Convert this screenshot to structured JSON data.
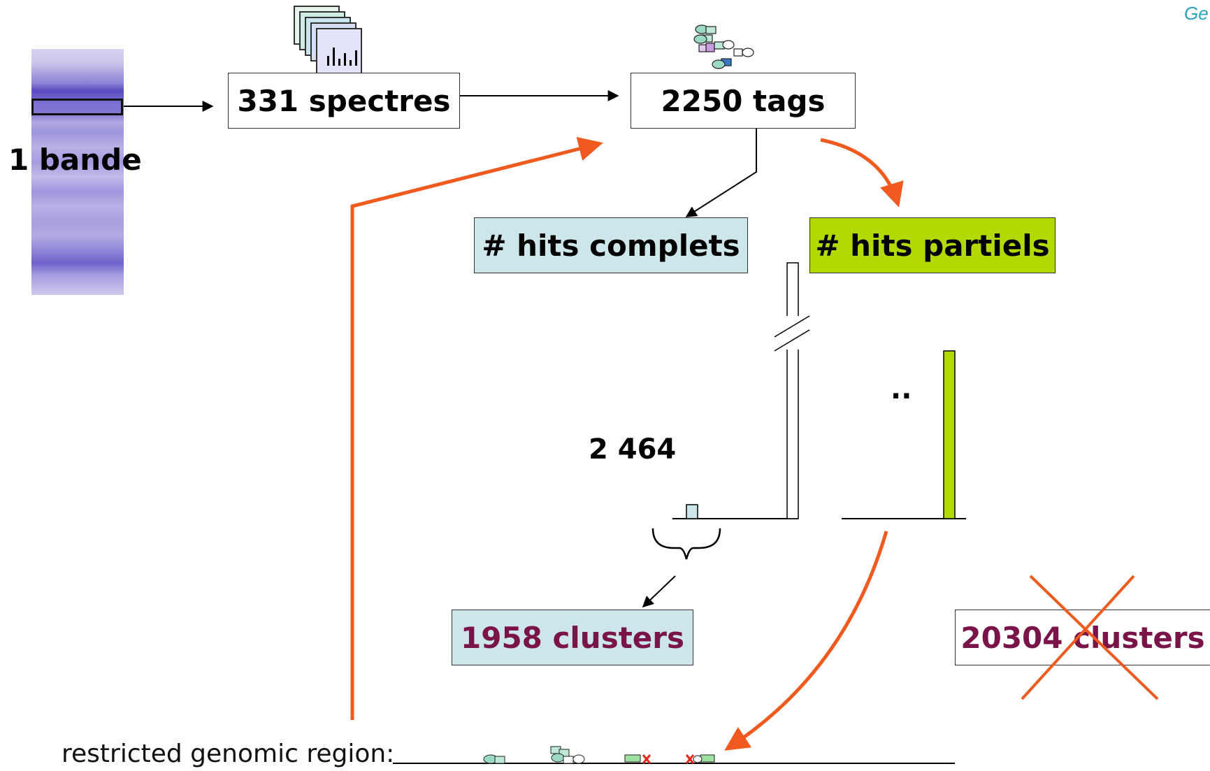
{
  "corner_label": "Ge",
  "gel_label": "1 bande",
  "spectra_box": "331 spectres",
  "tags_box": "2250 tags",
  "complete_hits_box": "# hits complets",
  "partial_hits_box": "# hits partiels",
  "bar_value": "2 464",
  "dots": "..",
  "clusters_left": "1958 clusters",
  "clusters_right": "20304 clusters",
  "genomic_label": "restricted genomic region:",
  "colors": {
    "orange_arrow": "#f05a1e",
    "light_blue_box": "#cde6ea",
    "green_box": "#b2d900",
    "cluster_text": "#7a1448",
    "gel_purple": "#7c6fd0"
  },
  "chart_data": {
    "type": "bar",
    "series": [
      {
        "values": [
          2464
        ]
      },
      {
        "values": []
      }
    ],
    "annotations": [
      "2 464",
      ".."
    ]
  }
}
